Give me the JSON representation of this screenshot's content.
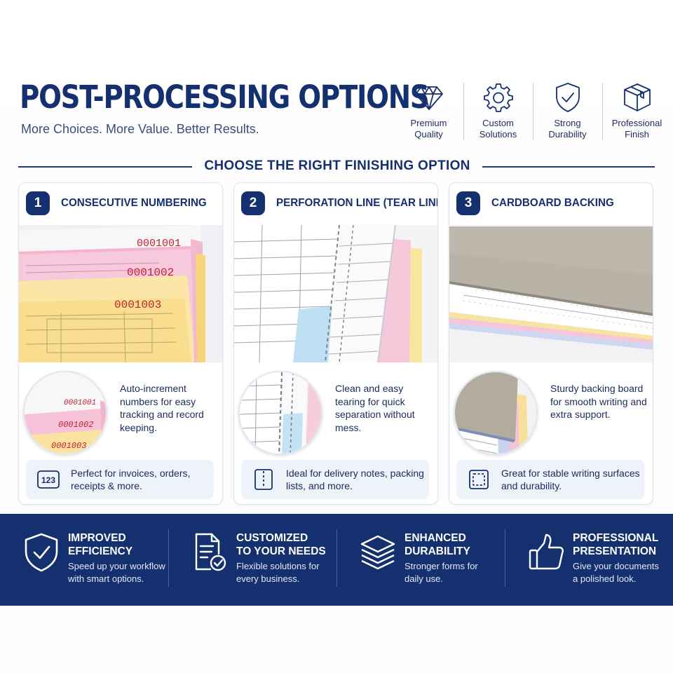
{
  "header": {
    "title": "POST-PROCESSING OPTIONS",
    "subtitle": "More Choices. More Value. Better Results."
  },
  "features": [
    {
      "icon": "diamond-icon",
      "label": "Premium\nQuality"
    },
    {
      "icon": "gear-icon",
      "label": "Custom\nSolutions"
    },
    {
      "icon": "shield-check-icon",
      "label": "Strong\nDurability"
    },
    {
      "icon": "box-icon",
      "label": "Professional\nFinish"
    }
  ],
  "section_heading": "CHOOSE THE RIGHT FINISHING OPTION",
  "cards": [
    {
      "number": "1",
      "title": "CONSECUTIVE NUMBERING",
      "photo_numbers": [
        "0001001",
        "0001002",
        "0001003"
      ],
      "description": "Auto-increment numbers for easy tracking and record keeping.",
      "tip_icon_text": "123",
      "tip": "Perfect for invoices, orders, receipts & more."
    },
    {
      "number": "2",
      "title": "PERFORATION LINE (TEAR LINE)",
      "description": "Clean and easy tearing for quick separation without mess.",
      "tip": "Ideal for delivery notes, packing lists, and more."
    },
    {
      "number": "3",
      "title": "CARDBOARD BACKING",
      "description": "Sturdy backing board for smooth writing and extra support.",
      "tip": "Great for stable writing surfaces and durability."
    }
  ],
  "benefits": [
    {
      "icon": "shield-check-icon",
      "title": "IMPROVED\nEFFICIENCY",
      "description": "Speed up your workflow\nwith smart options."
    },
    {
      "icon": "document-check-icon",
      "title": "CUSTOMIZED\nTO YOUR NEEDS",
      "description": "Flexible solutions for\nevery business."
    },
    {
      "icon": "layers-icon",
      "title": "ENHANCED\nDURABILITY",
      "description": "Stronger forms for\ndaily use."
    },
    {
      "icon": "thumbs-up-icon",
      "title": "PROFESSIONAL\nPRESENTATION",
      "description": "Give your documents\na polished look."
    }
  ],
  "colors": {
    "primary": "#15306e",
    "tip_background": "#eef2f9",
    "number_red": "#c4202e"
  }
}
